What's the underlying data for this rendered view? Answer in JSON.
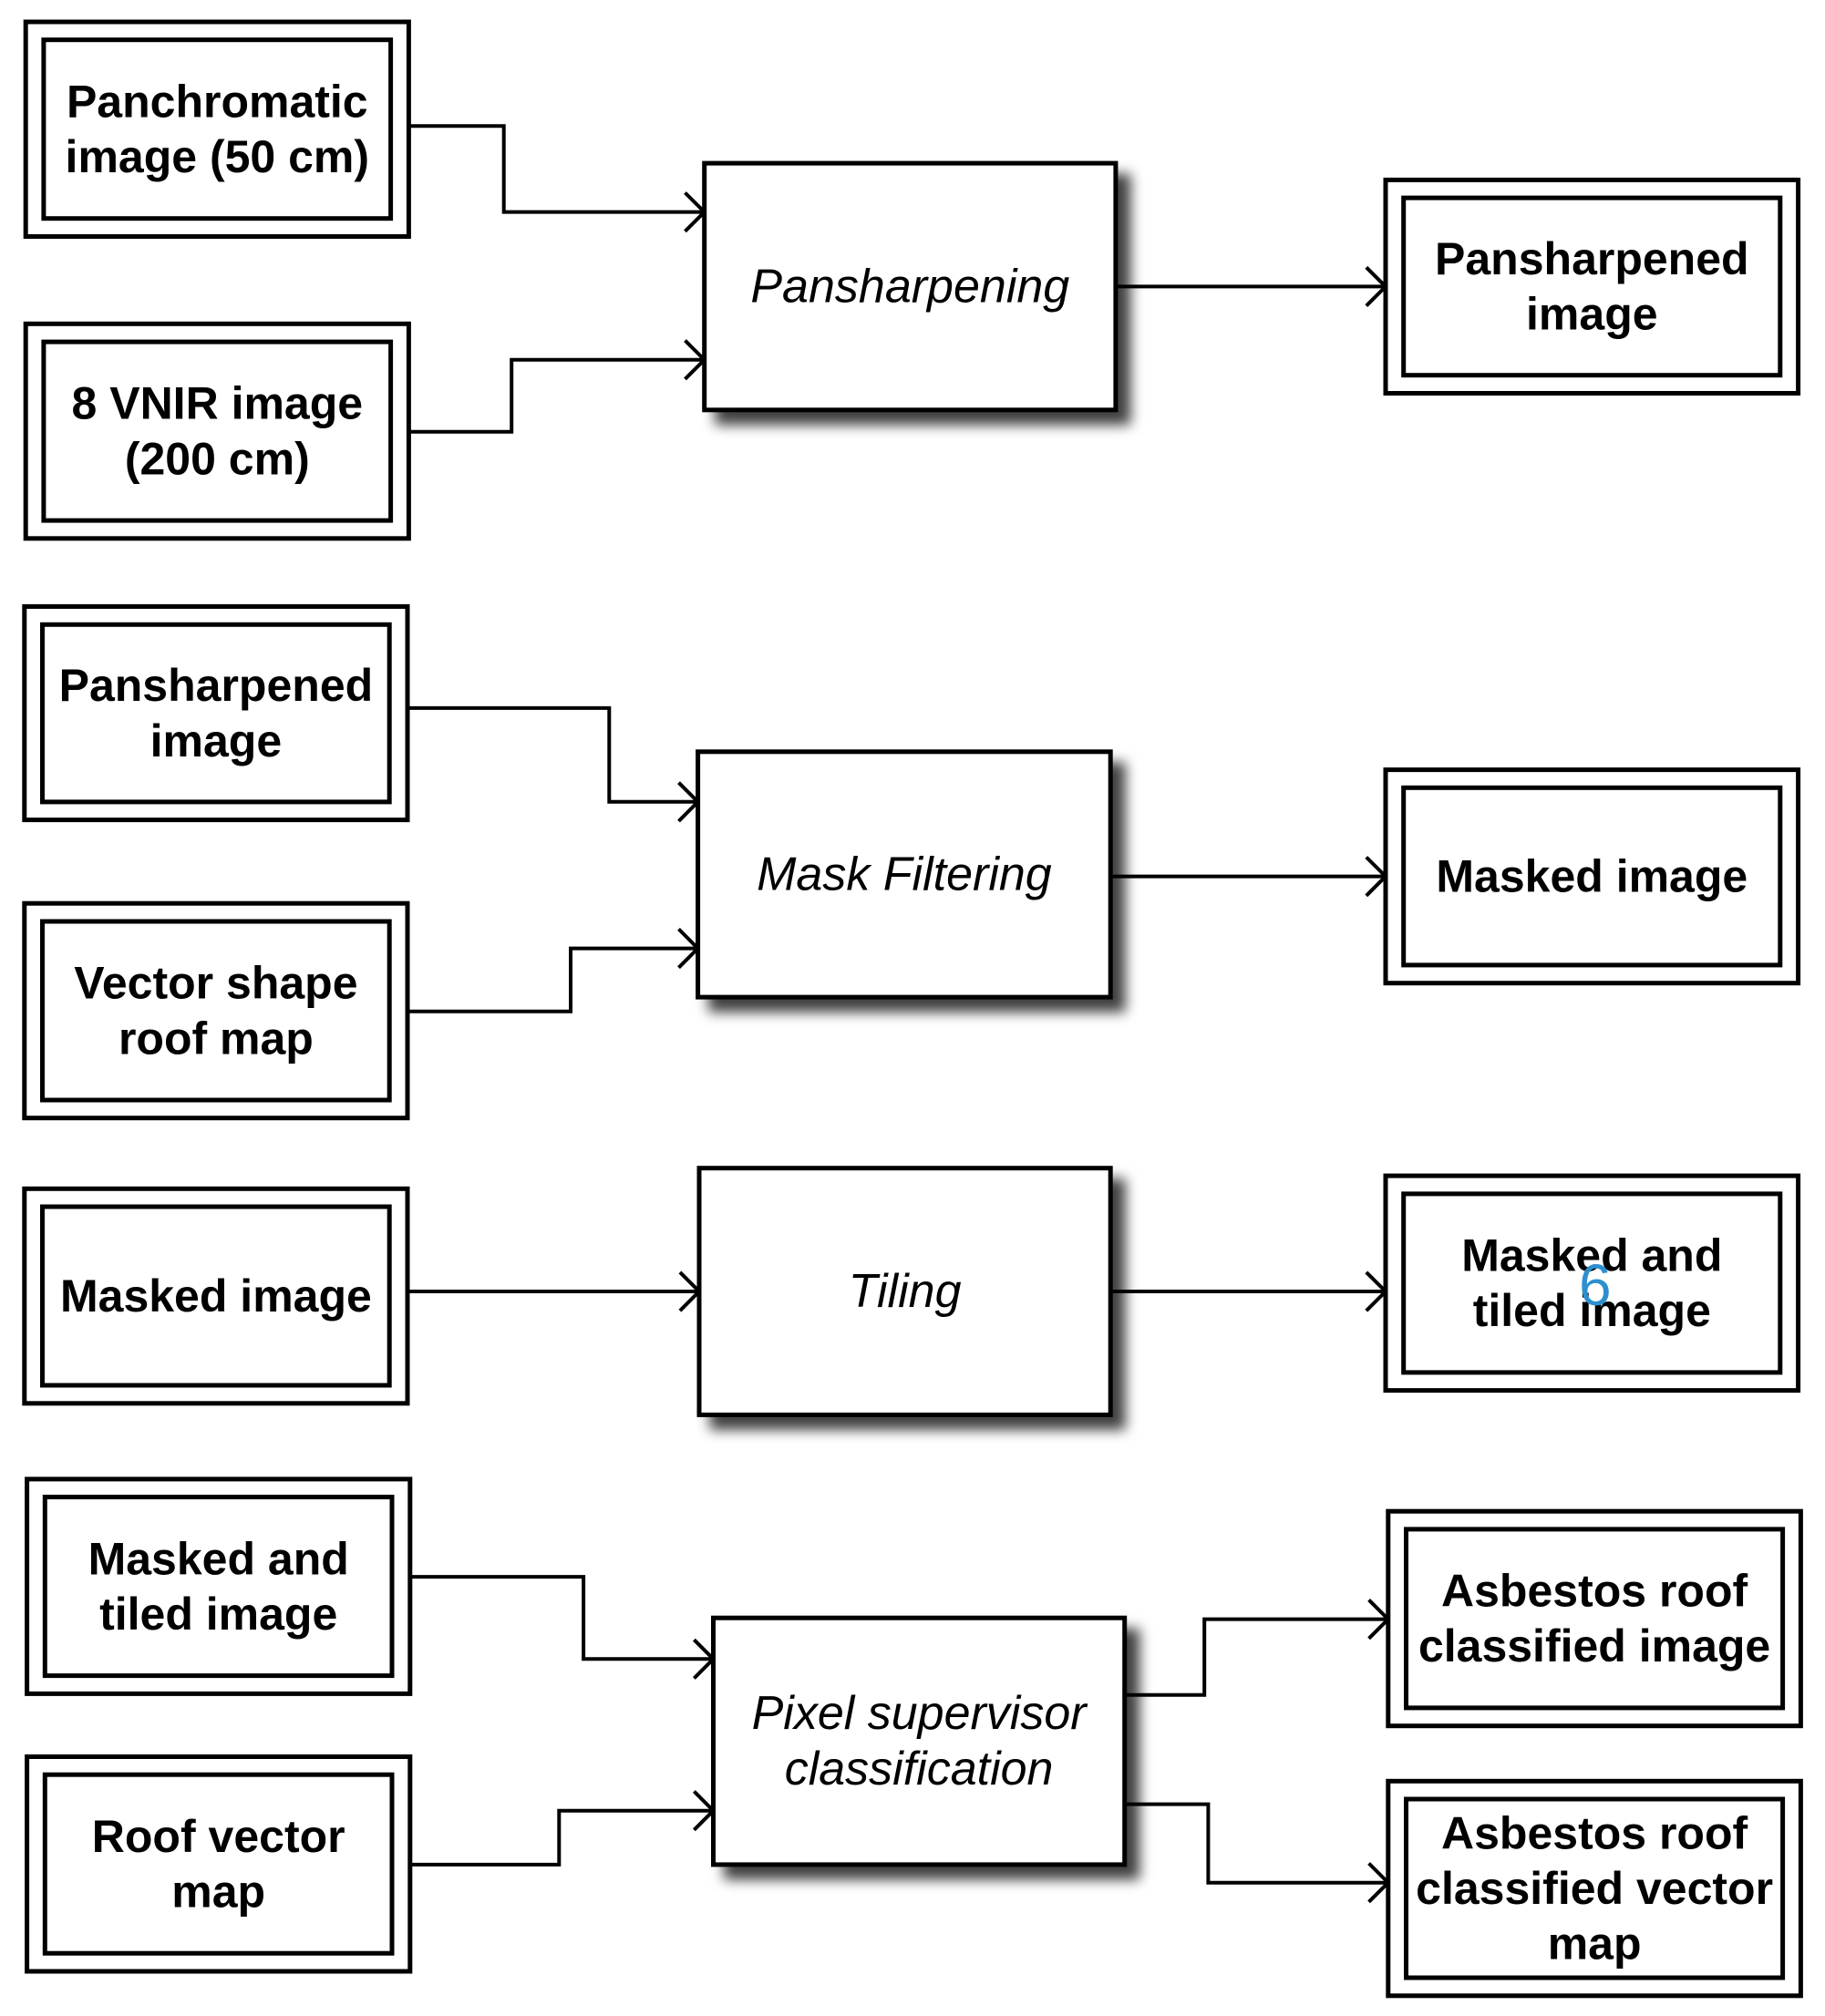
{
  "diagram": {
    "stages": [
      {
        "inputs": [
          {
            "lines": [
              "Panchromatic",
              "image (50 cm)"
            ]
          },
          {
            "lines": [
              "8 VNIR image",
              "(200 cm)"
            ]
          }
        ],
        "process": {
          "lines": [
            "Pansharpening"
          ]
        },
        "outputs": [
          {
            "lines": [
              "Pansharpened",
              "image"
            ]
          }
        ]
      },
      {
        "inputs": [
          {
            "lines": [
              "Pansharpened",
              "image"
            ]
          },
          {
            "lines": [
              "Vector shape",
              "roof map"
            ]
          }
        ],
        "process": {
          "lines": [
            "Mask Filtering"
          ]
        },
        "outputs": [
          {
            "lines": [
              "Masked image"
            ]
          }
        ]
      },
      {
        "inputs": [
          {
            "lines": [
              "Masked image"
            ]
          }
        ],
        "process": {
          "lines": [
            "Tiling"
          ]
        },
        "outputs": [
          {
            "lines": [
              "Masked and",
              "tiled image"
            ]
          }
        ]
      },
      {
        "inputs": [
          {
            "lines": [
              "Masked and",
              "tiled image"
            ]
          },
          {
            "lines": [
              "Roof vector",
              "map"
            ]
          }
        ],
        "process": {
          "lines": [
            "Pixel supervisor",
            "classification"
          ]
        },
        "outputs": [
          {
            "lines": [
              "Asbestos roof",
              "classified image"
            ]
          },
          {
            "lines": [
              "Asbestos roof",
              "classified vector",
              "map"
            ]
          }
        ]
      }
    ],
    "overlay_marker": "6"
  }
}
